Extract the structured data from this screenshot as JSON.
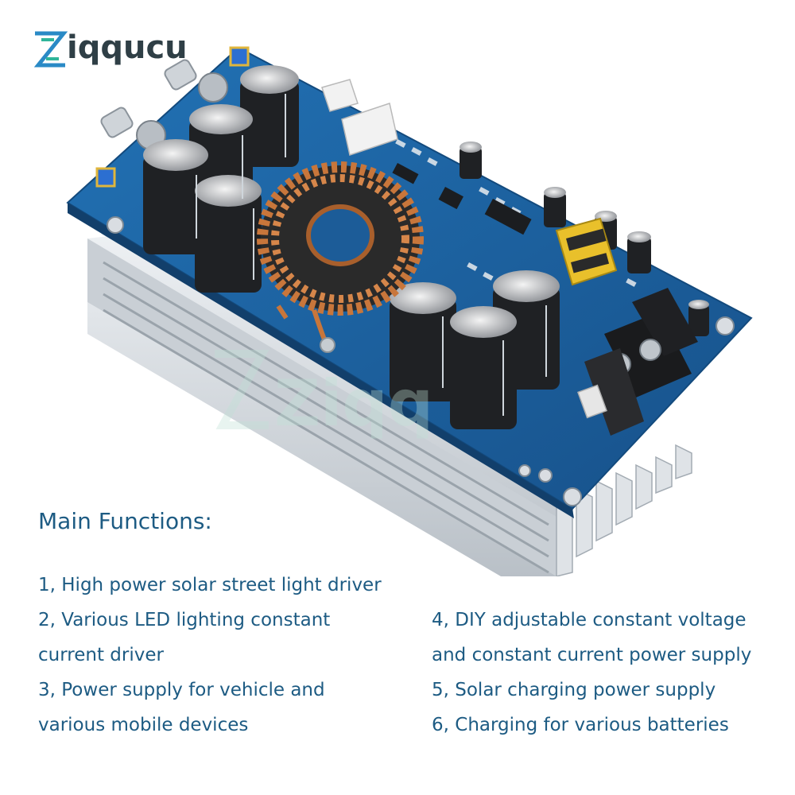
{
  "brand": {
    "name": "Ziqqucu",
    "name_rest": "iqqucu",
    "logo_colors": [
      "#2a8ac6",
      "#2fb59a"
    ]
  },
  "image": {
    "subject_icon": "dc-dc-converter-board",
    "watermark_text": "Ziqq"
  },
  "section": {
    "heading": "Main Functions:"
  },
  "functions": {
    "left": [
      "1, High power solar street light driver",
      "2, Various LED lighting constant current driver",
      "3, Power supply for vehicle and various mobile devices"
    ],
    "right": [
      "4, DIY adjustable constant voltage and constant current power supply",
      "5, Solar charging power supply",
      "6, Charging for various batteries"
    ]
  },
  "colors": {
    "text": "#1d5b83",
    "pcb": "#1b5f9e",
    "heatsink": "#d6dbe0",
    "copper": "#c8763b"
  }
}
